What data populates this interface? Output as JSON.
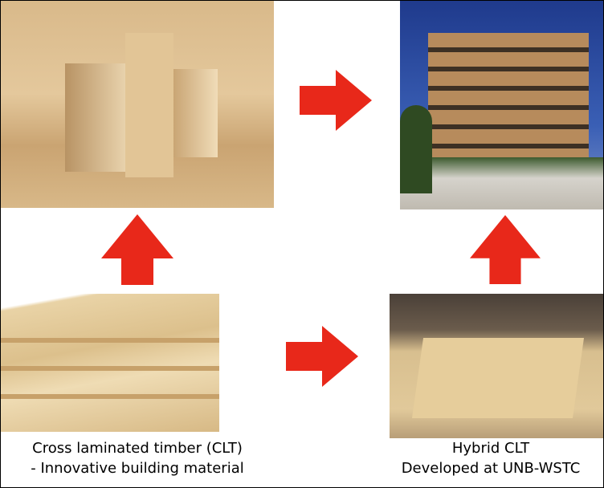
{
  "colors": {
    "arrow": "#e8281a"
  },
  "captions": {
    "left": {
      "line1": "Cross laminated timber (CLT)",
      "line2": "- Innovative building material"
    },
    "right": {
      "line1": "Hybrid CLT",
      "line2": "Developed at UNB-WSTC"
    }
  },
  "arrows": [
    "right-arrow-icon",
    "up-arrow-icon",
    "right-arrow-icon",
    "up-arrow-icon"
  ]
}
